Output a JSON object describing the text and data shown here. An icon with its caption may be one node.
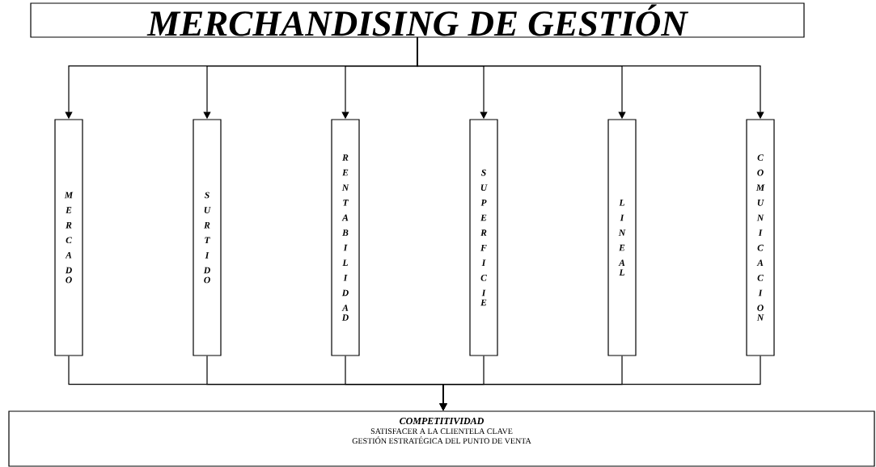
{
  "diagram": {
    "nodes": [
      {
        "text": [
          "MERCHANDISING DE GESTIÓN"
        ]
      },
      {
        "text": [
          "MERCADO"
        ]
      },
      {
        "text": [
          "SURTIDO"
        ]
      },
      {
        "text": [
          "RENTABILIDAD"
        ]
      },
      {
        "text": [
          "SUPERFICIE"
        ]
      },
      {
        "text": [
          "LINEAL"
        ]
      },
      {
        "text": [
          "COMUNICACION"
        ]
      },
      {
        "text": [
          "COMPETITIVIDAD",
          "SATISFACER A LA CLIENTELA CLAVE",
          "GESTIÓN ESTRATÉGICA DEL PUNTO DE VENTA"
        ]
      }
    ],
    "edges": [
      {
        "from": 0,
        "to": 1,
        "arrow": "to"
      },
      {
        "from": 0,
        "to": 2,
        "arrow": "to"
      },
      {
        "from": 0,
        "to": 3,
        "arrow": "to"
      },
      {
        "from": 0,
        "to": 4,
        "arrow": "to"
      },
      {
        "from": 0,
        "to": 5,
        "arrow": "to"
      },
      {
        "from": 0,
        "to": 6,
        "arrow": "to"
      },
      {
        "from": 1,
        "to": 7,
        "arrow": "to"
      },
      {
        "from": 2,
        "to": 7,
        "arrow": "to"
      },
      {
        "from": 3,
        "to": 7,
        "arrow": "to"
      },
      {
        "from": 4,
        "to": 7,
        "arrow": "to"
      },
      {
        "from": 5,
        "to": 7,
        "arrow": "to"
      },
      {
        "from": 6,
        "to": 7,
        "arrow": "to"
      }
    ]
  }
}
